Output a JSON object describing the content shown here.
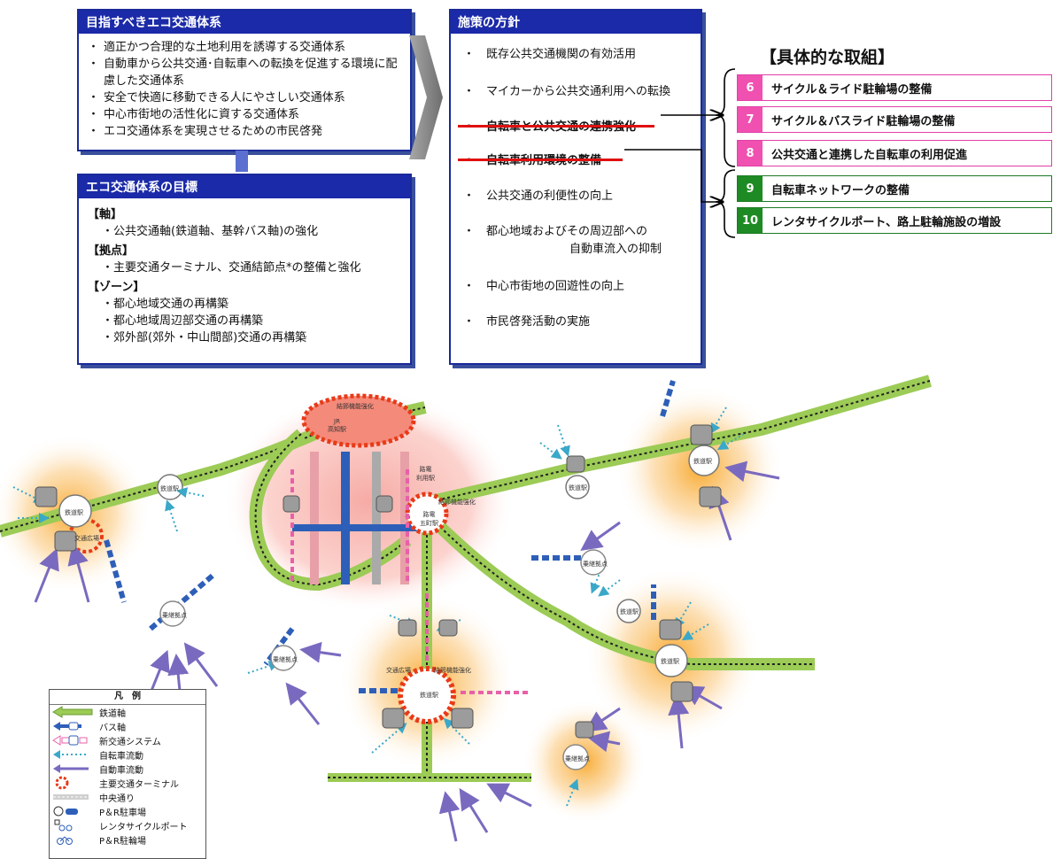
{
  "goal_box": {
    "title": "目指すべきエコ交通体系",
    "items": [
      "適正かつ合理的な土地利用を誘導する交通体系",
      "自動車から公共交通･自転車への転換を促進する環境に配慮した交通体系",
      "安全で快適に移動できる人にやさしい交通体系",
      "中心市街地の活性化に資する交通体系",
      "エコ交通体系を実現させるための市民啓発"
    ]
  },
  "target_box": {
    "title": "エコ交通体系の目標",
    "groups": [
      {
        "head": "【軸】",
        "items": [
          "公共交通軸(鉄道軸、基幹バス軸)の強化"
        ]
      },
      {
        "head": "【拠点】",
        "items": [
          "主要交通ターミナル、交通結節点*の整備と強化"
        ]
      },
      {
        "head": "【ゾーン】",
        "items": [
          "都心地域交通の再構築",
          "都心地域周辺部交通の再構築",
          "郊外部(郊外・中山間部)交通の再構築"
        ]
      }
    ]
  },
  "policy_box": {
    "title": "施策の方針",
    "items": [
      "既存公共交通機関の有効活用",
      "マイカーから公共交通利用への転換",
      "自転車と公共交通の連携強化",
      "自転車利用環境の整備",
      "公共交通の利便性の向上",
      "都心地域およびその周辺部への",
      "自動車流入の抑制",
      "中心市街地の回遊性の向上",
      "市民啓発活動の実施"
    ],
    "bullet": "・"
  },
  "measures": {
    "title": "【具体的な取組】",
    "items": [
      {
        "num": "6",
        "label": "サイクル＆ライド駐輪場の整備",
        "color": "#f050b0"
      },
      {
        "num": "7",
        "label": "サイクル＆バスライド駐輪場の整備",
        "color": "#f050b0"
      },
      {
        "num": "8",
        "label": "公共交通と連携した自転車の利用促進",
        "color": "#f050b0"
      },
      {
        "num": "9",
        "label": "自転車ネットワークの整備",
        "color": "#1e8a24"
      },
      {
        "num": "10",
        "label": "レンタサイクルポート、路上駐輪施設の増設",
        "color": "#1e8a24"
      }
    ]
  },
  "map_labels": {
    "station": "鉄道駅",
    "jr_station": "JR\n高知駅",
    "tram_station": "路電\n五町駅",
    "nodal_strengthen": "結節機能強化",
    "traffic_square": "交通広場",
    "tram_stop": "路電\n利用駅",
    "bus_hub": "乗継拠点"
  },
  "legend": {
    "title": "凡　例",
    "items": [
      {
        "icon": "rail-axis-arrow-icon",
        "label": "鉄道軸"
      },
      {
        "icon": "bus-axis-arrow-icon",
        "label": "バス軸"
      },
      {
        "icon": "new-transit-arrow-icon",
        "label": "新交通システム"
      },
      {
        "icon": "bicycle-flow-arrow-icon",
        "label": "自転車流動"
      },
      {
        "icon": "car-flow-arrow-icon",
        "label": "自動車流動"
      },
      {
        "icon": "terminal-ring-icon",
        "label": "主要交通ターミナル"
      },
      {
        "icon": "central-street-icon",
        "label": "中央通り"
      },
      {
        "icon": "park-and-ride-car-icon",
        "label": "P＆R駐車場"
      },
      {
        "icon": "rental-cycle-port-icon",
        "label": "レンタサイクルポート"
      },
      {
        "icon": "park-and-ride-bike-icon",
        "label": "P＆R駐輪場"
      }
    ]
  },
  "colors": {
    "box_header": "#1b2aa8",
    "rail": "#8cc43c",
    "bus": "#2e5fb8",
    "new_transit": "#e860a8",
    "bicycle_flow": "#3aa8c8",
    "car_flow": "#7a6abf",
    "underline": "#e01010"
  }
}
